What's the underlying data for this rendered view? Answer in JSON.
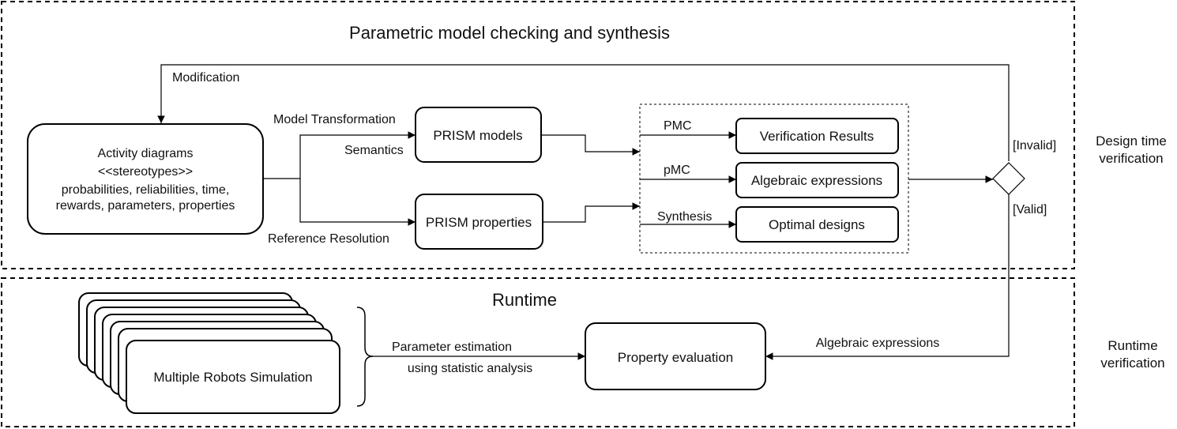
{
  "design_panel": {
    "title": "Parametric model checking and synthesis",
    "side_label_line1": "Design time",
    "side_label_line2": "verification"
  },
  "runtime_panel": {
    "title": "Runtime",
    "side_label_line1": "Runtime",
    "side_label_line2": "verification"
  },
  "activity_box": {
    "line1": "Activity diagrams",
    "line2": "<<stereotypes>>",
    "line3": "probabilities, reliabilities, time,",
    "line4": "rewards, parameters, properties"
  },
  "prism_models": "PRISM models",
  "prism_properties": "PRISM properties",
  "verification_results": "Verification Results",
  "algebraic_expressions_box": "Algebraic expressions",
  "optimal_designs": "Optimal designs",
  "multiple_robots": "Multiple Robots Simulation",
  "property_evaluation": "Property evaluation",
  "edge_labels": {
    "modification": "Modification",
    "model_transformation": "Model Transformation",
    "semantics": "Semantics",
    "reference_resolution": "Reference Resolution",
    "pmc": "PMC",
    "pmc_param": "pMC",
    "synthesis": "Synthesis",
    "invalid": "[Invalid]",
    "valid": "[Valid]",
    "parameter_estimation": "Parameter estimation",
    "statistic_analysis": "using statistic analysis",
    "algebraic_expressions_edge": "Algebraic expressions"
  }
}
